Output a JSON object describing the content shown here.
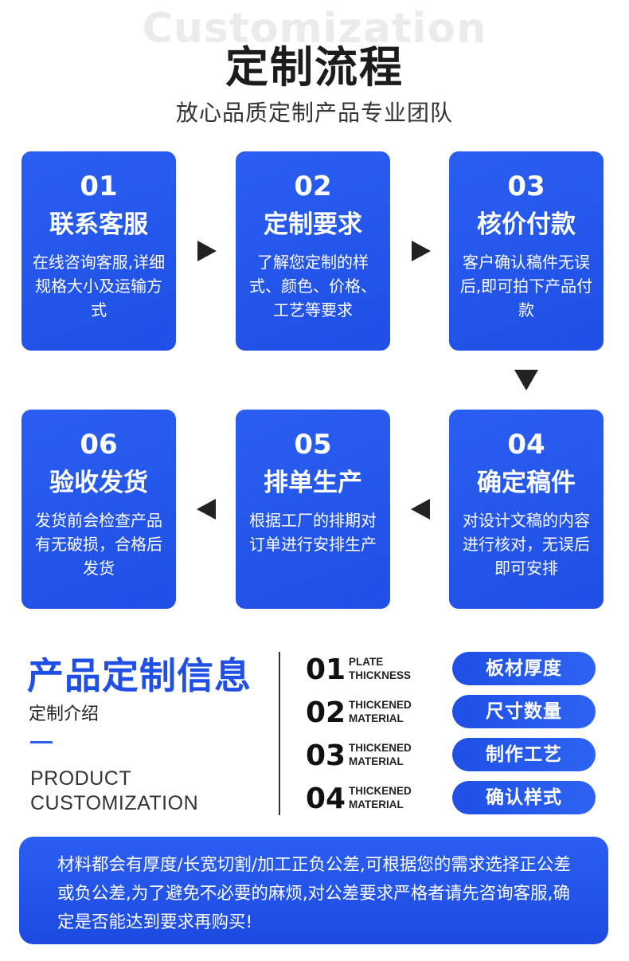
{
  "header": {
    "bg_word": "Customization",
    "title": "定制流程",
    "subtitle": "放心品质定制产品专业团队"
  },
  "steps": [
    {
      "num": "01",
      "title": "联系客服",
      "desc": "在线咨询客服,详细规格大小及运输方式"
    },
    {
      "num": "02",
      "title": "定制要求",
      "desc": "了解您定制的样式、颜色、价格、工艺等要求"
    },
    {
      "num": "03",
      "title": "核价付款",
      "desc": "客户确认稿件无误后,即可拍下产品付款"
    },
    {
      "num": "04",
      "title": "确定稿件",
      "desc": "对设计文稿的内容进行核对，无误后即可安排"
    },
    {
      "num": "05",
      "title": "排单生产",
      "desc": "根据工厂的排期对订单进行安排生产"
    },
    {
      "num": "06",
      "title": "验收发货",
      "desc": "发货前会检查产品有无破损，合格后发货"
    }
  ],
  "info": {
    "title": "产品定制信息",
    "subtitle": "定制介绍",
    "en_line1": "PRODUCT",
    "en_line2": "CUSTOMIZATION"
  },
  "specs": [
    {
      "num": "01",
      "en1": "PLATE",
      "en2": "THICKNESS",
      "label": "板材厚度"
    },
    {
      "num": "02",
      "en1": "THICKENED",
      "en2": "MATERIAL",
      "label": "尺寸数量"
    },
    {
      "num": "03",
      "en1": "THICKENED",
      "en2": "MATERIAL",
      "label": "制作工艺"
    },
    {
      "num": "04",
      "en1": "THICKENED",
      "en2": "MATERIAL",
      "label": "确认样式"
    }
  ],
  "note": "材料都会有厚度/长宽切割/加工正负公差,可根据您的需求选择正公差或负公差,为了避免不必要的麻烦,对公差要求严格者请先咨询客服,确定是否能达到要求再购买!",
  "colors": {
    "accent": "#1f4fe6",
    "dark": "#1c1c1c"
  }
}
